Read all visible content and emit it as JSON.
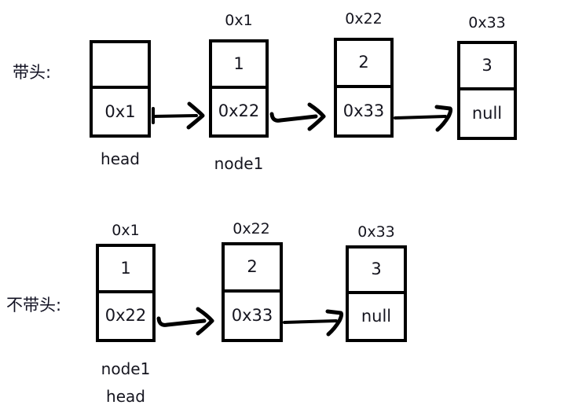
{
  "diagram": {
    "title_text": "",
    "ink_color": "#000000",
    "text_color": "#15151f",
    "background": "#ffffff",
    "sections": [
      {
        "id": "with-head",
        "label": "带头:",
        "nodes": [
          {
            "id": "head",
            "address": "",
            "data": "",
            "next": "0x1",
            "var_label": "head"
          },
          {
            "id": "node1",
            "address": "0x1",
            "data": "1",
            "next": "0x22",
            "var_label": "node1"
          },
          {
            "id": "node2",
            "address": "0x22",
            "data": "2",
            "next": "0x33",
            "var_label": ""
          },
          {
            "id": "node3",
            "address": "0x33",
            "data": "3",
            "next": "null",
            "var_label": ""
          }
        ],
        "arrows": [
          {
            "from": "head",
            "to": "node1",
            "style": "tick-tail"
          },
          {
            "from": "node1",
            "to": "node2",
            "style": "hook-tail"
          },
          {
            "from": "node2",
            "to": "node3",
            "style": "hook-head"
          }
        ]
      },
      {
        "id": "without-head",
        "label": "不带头:",
        "nodes": [
          {
            "id": "node1",
            "address": "0x1",
            "data": "1",
            "next": "0x22",
            "var_label": "node1",
            "var_label2": "head"
          },
          {
            "id": "node2",
            "address": "0x22",
            "data": "2",
            "next": "0x33",
            "var_label": ""
          },
          {
            "id": "node3",
            "address": "0x33",
            "data": "3",
            "next": "null",
            "var_label": ""
          }
        ],
        "arrows": [
          {
            "from": "node1",
            "to": "node2",
            "style": "hook-tail"
          },
          {
            "from": "node2",
            "to": "node3",
            "style": "hook-head"
          }
        ]
      }
    ]
  }
}
